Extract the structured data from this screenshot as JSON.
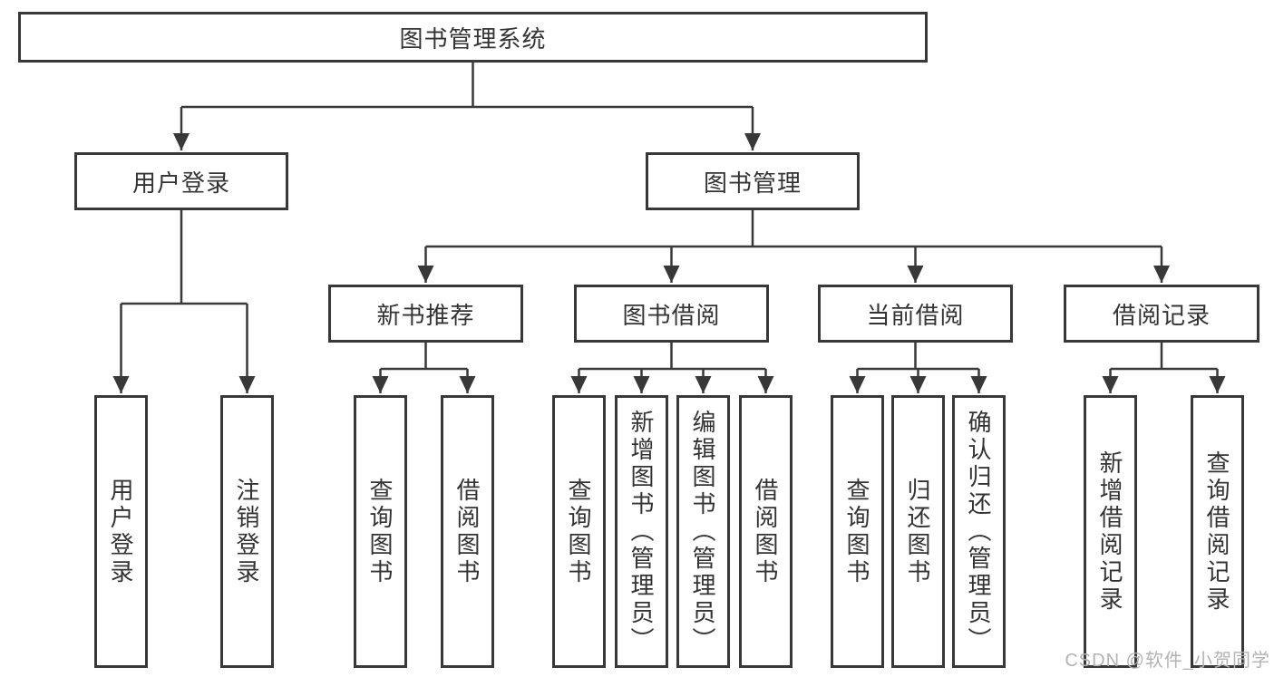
{
  "diagram": {
    "root": {
      "label": "图书管理系统"
    },
    "branches": [
      {
        "label": "用户登录",
        "children": [
          {
            "label": "用户登录"
          },
          {
            "label": "注销登录"
          }
        ]
      },
      {
        "label": "图书管理",
        "children": [
          {
            "label": "新书推荐",
            "children": [
              {
                "label": "查询图书"
              },
              {
                "label": "借阅图书"
              }
            ]
          },
          {
            "label": "图书借阅",
            "children": [
              {
                "label": "查询图书"
              },
              {
                "label": "新增图书（管理员）"
              },
              {
                "label": "编辑图书（管理员）"
              },
              {
                "label": "借阅图书"
              }
            ]
          },
          {
            "label": "当前借阅",
            "children": [
              {
                "label": "查询图书"
              },
              {
                "label": "归还图书"
              },
              {
                "label": "确认归还（管理员）"
              }
            ]
          },
          {
            "label": "借阅记录",
            "children": [
              {
                "label": "新增借阅记录"
              },
              {
                "label": "查询借阅记录"
              }
            ]
          }
        ]
      }
    ]
  },
  "watermark": "CSDN @软件_小贺同学",
  "colors": {
    "line": "#383838",
    "text": "#333333",
    "background": "#ffffff",
    "watermark": "#b3b3b3"
  }
}
